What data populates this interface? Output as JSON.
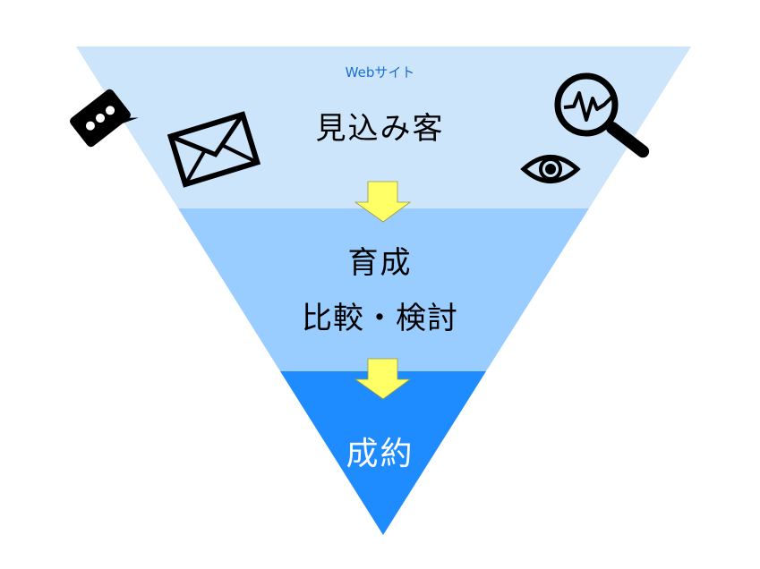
{
  "funnel": {
    "stages": [
      {
        "label_small": "Webサイト",
        "label": "見込み客",
        "color": "#cce5fb"
      },
      {
        "label": "育成",
        "label2": "比較・検討",
        "color": "#99ccff"
      },
      {
        "label": "成約",
        "color": "#1e8cff"
      }
    ],
    "arrow_color": "#ffff66",
    "icons": [
      "chat-bubble-icon",
      "envelope-icon",
      "magnifier-pulse-icon",
      "eye-icon"
    ]
  }
}
